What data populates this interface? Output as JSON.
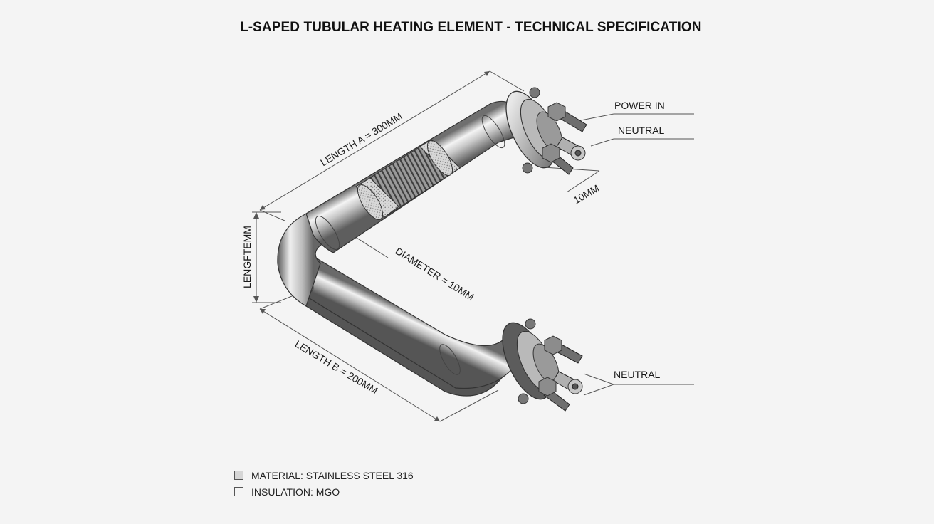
{
  "title": "L-SAPED TUBULAR HEATING ELEMENT - TECHNICAL SPECIFICATION",
  "dimensions": {
    "length_a": "LENGTH A = 300MM",
    "length_b": "LENGTH B = 200MM",
    "length_side": "LENGFTEMM",
    "diameter": "DIAMETER = 10MM",
    "terminal": "10MM"
  },
  "callouts": {
    "power_in": "POWER IN",
    "neutral_top": "NEUTRAL",
    "neutral_bottom": "NEUTRAL"
  },
  "legend": [
    {
      "label": "MATERIAL: STAINLESS STEEL 316",
      "color": "#d6d6d6"
    },
    {
      "label": "INSULATION: MGO",
      "color": "#f4f4f4"
    }
  ],
  "colors": {
    "steel_dark": "#6b6b6b",
    "steel_light": "#f2f2f2",
    "outline": "#333333",
    "background": "#f4f4f4"
  }
}
